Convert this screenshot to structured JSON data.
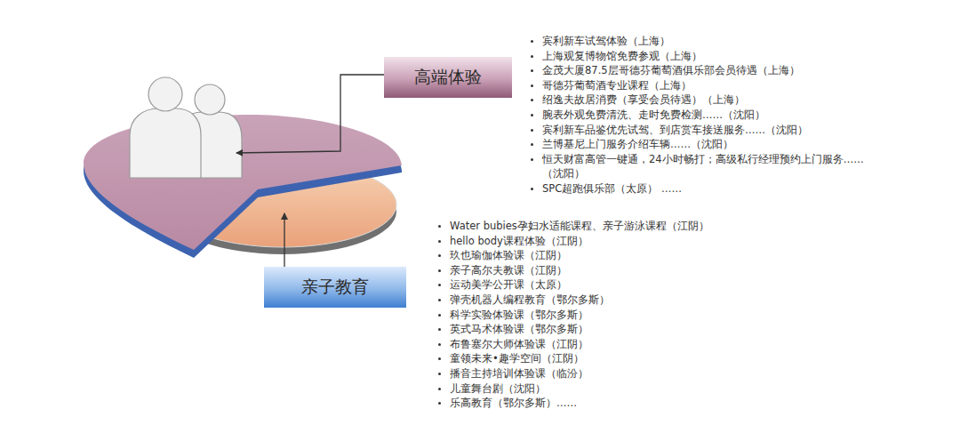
{
  "diagram": {
    "nodes": [
      {
        "text": [
          "高端体验"
        ]
      },
      {
        "text": [
          "亲子教育"
        ]
      }
    ],
    "labels": [
      "宾利新车试驾体验（上海）",
      "上海观复博物馆免费参观（上海）",
      "金茂大厦87.5层哥德芬葡萄酒俱乐部会员待遇（上海）",
      "哥德芬葡萄酒专业课程（上海）",
      "绍逸夫故居消费（享受会员待遇）（上海）",
      "腕表外观免费清洗、走时免费检测……（沈阳）",
      "宾利新车品鉴优先试驾、到店赏车接送服务……（沈阳）",
      "兰博基尼上门服务介绍车辆……（沈阳）",
      "恒天财富高管一键通，24小时畅打；高级私行经理预约上门服务……（沈阳）",
      "SPC超跑俱乐部（太原） ……",
      "Water bubies孕妇水适能课程、亲子游泳课程（江阴）",
      "hello body课程体验（江阴）",
      "玖也瑜伽体验课（江阴）",
      "亲子高尔夫教课（江阴）",
      "运动美学公开课（太原）",
      "弹壳机器人编程教育（鄂尔多斯）",
      "科学实验体验课（鄂尔多斯）",
      "英式马术体验课（鄂尔多斯）",
      "布鲁塞尔大师体验课（江阴）",
      "童领未来•趣学空间（江阴）",
      "播音主持培训体验课（临汾）",
      "儿童舞台剧（沈阳）",
      "乐高教育（鄂尔多斯）……"
    ]
  }
}
